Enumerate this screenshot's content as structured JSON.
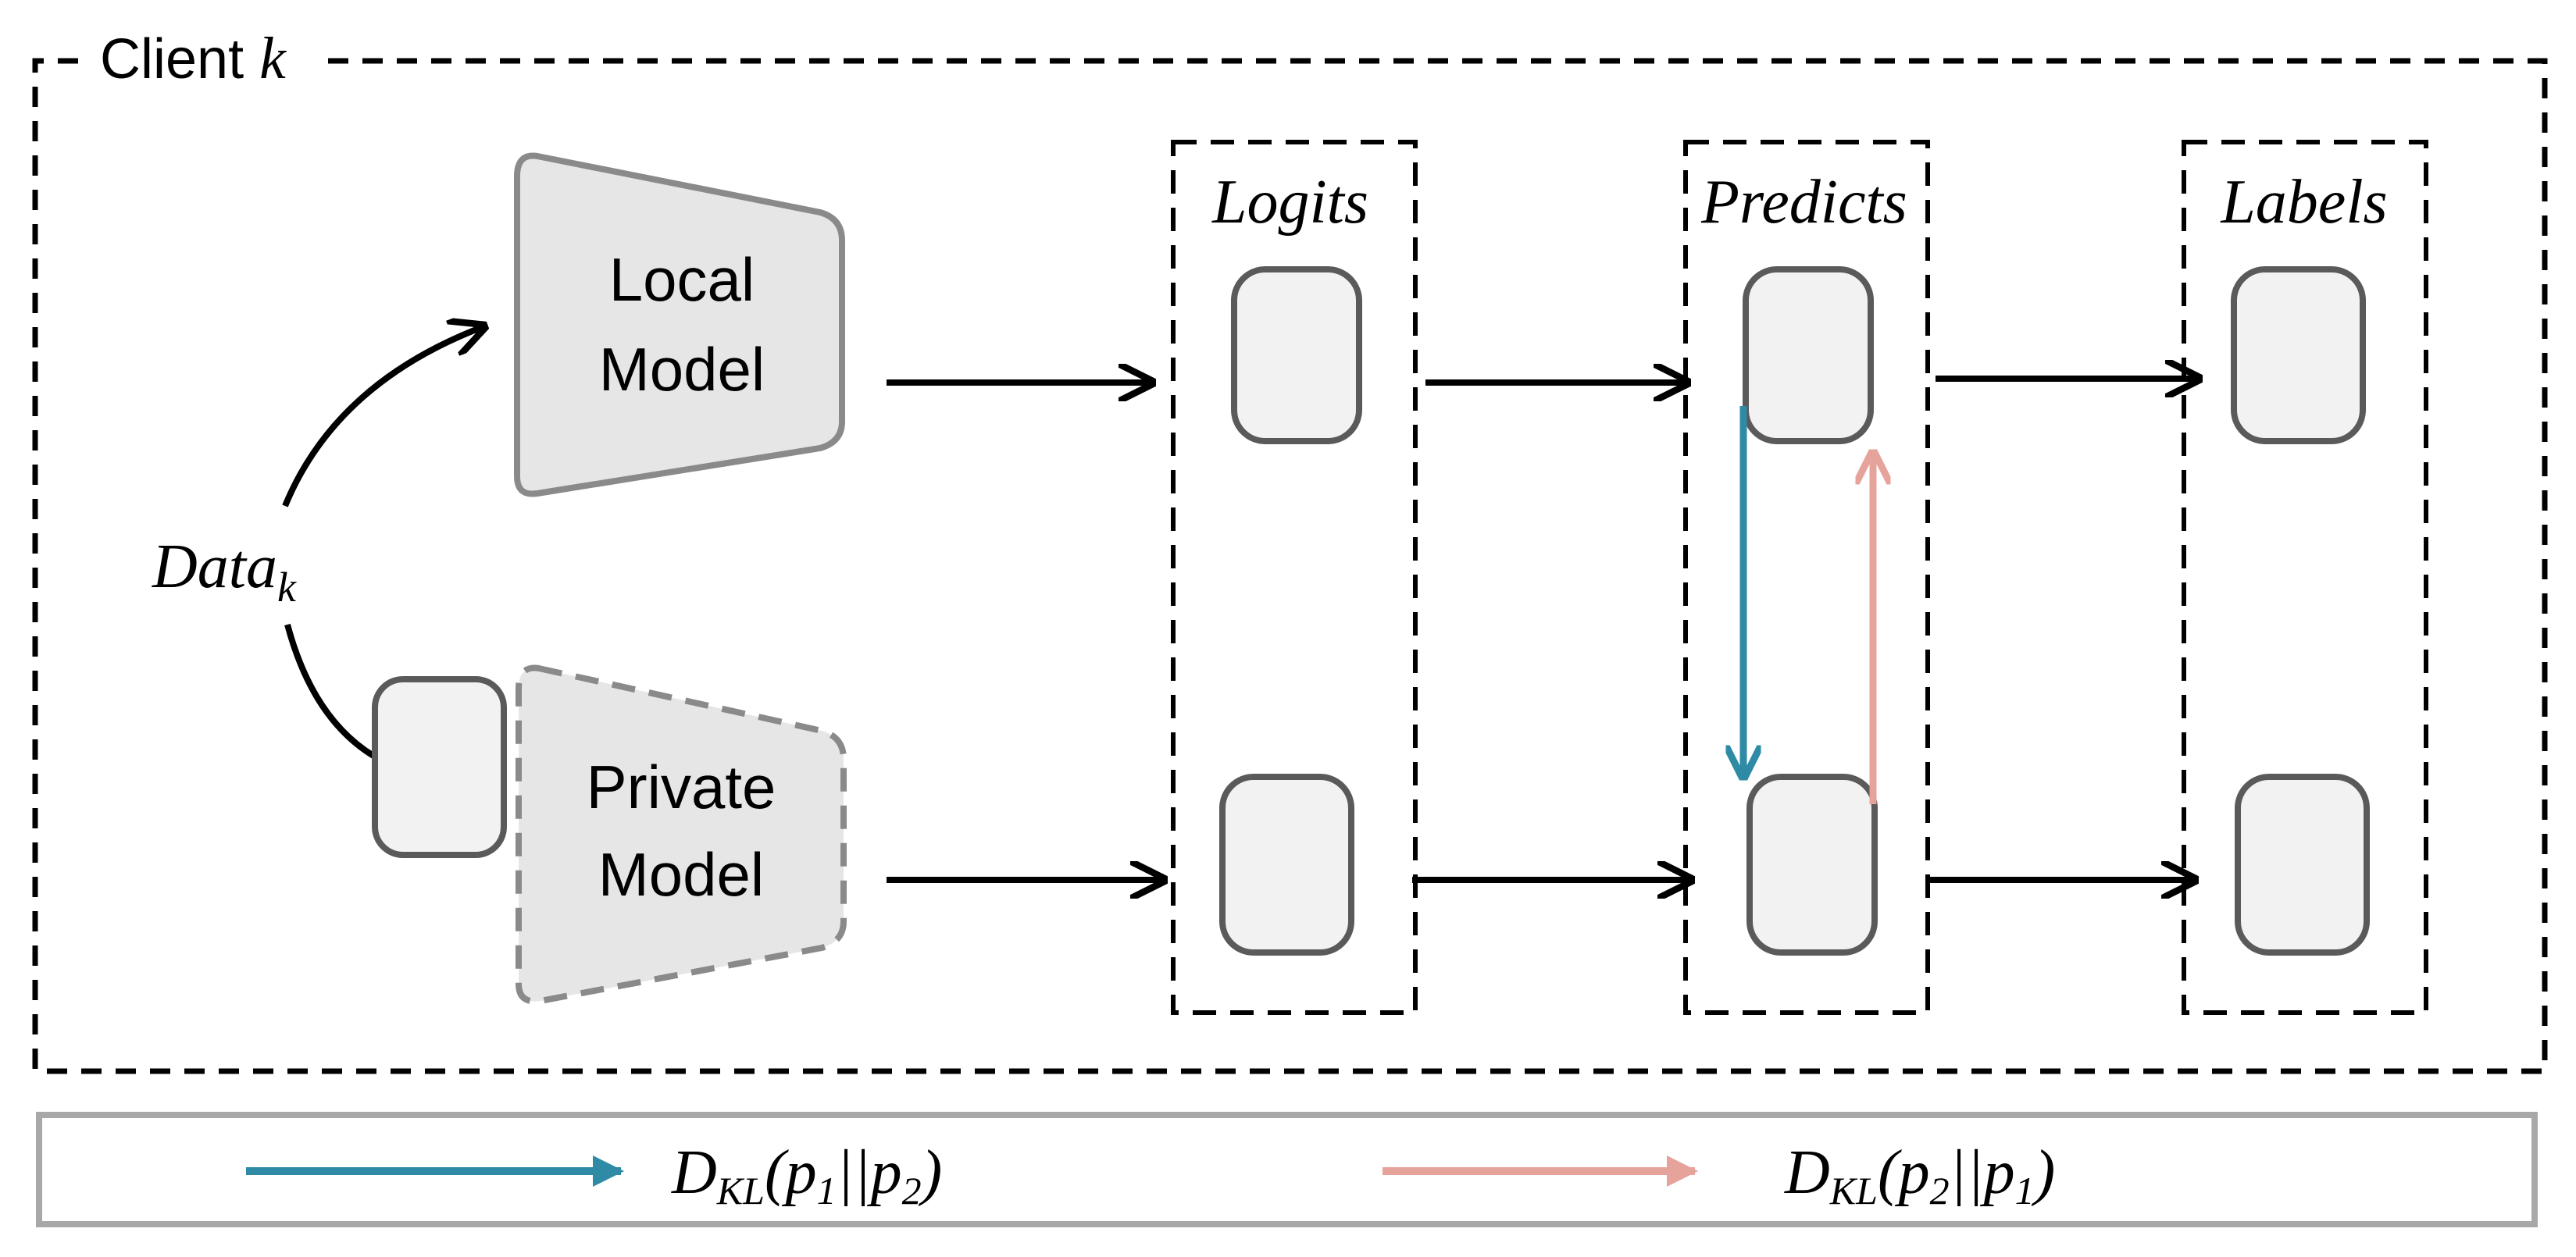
{
  "client": {
    "title": "Client ",
    "title_var": "k"
  },
  "data_label": {
    "main": "Data",
    "sub": "k"
  },
  "local_model": {
    "line1": "Local",
    "line2": "Model"
  },
  "private_model": {
    "line1": "Private",
    "line2": "Model"
  },
  "columns": {
    "logits": "Logits",
    "predicts": "Predicts",
    "labels": "Labels"
  },
  "legend": {
    "blue": {
      "d": "D",
      "sub": "KL",
      "open": "(p",
      "a": "1",
      "sep": "||p",
      "b": "2",
      "close": ")"
    },
    "pink": {
      "d": "D",
      "sub": "KL",
      "open": "(p",
      "a": "2",
      "sep": "||p",
      "b": "1",
      "close": ")"
    }
  },
  "colors": {
    "blue_arrow": "#2e8aa5",
    "pink_arrow": "#e6a39b",
    "model_fill": "#e6e6e6",
    "box_fill": "#f2f2f2",
    "box_stroke": "#5a5a5a"
  }
}
